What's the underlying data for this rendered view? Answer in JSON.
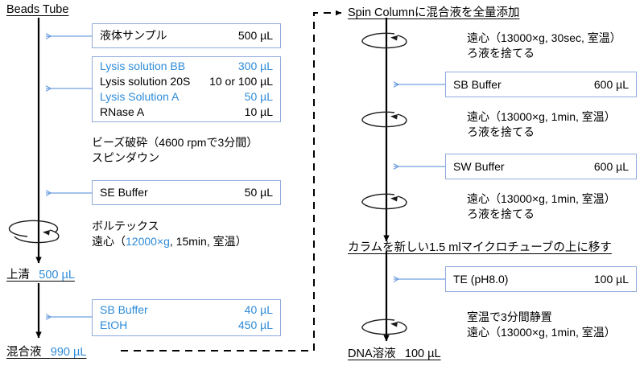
{
  "meta": {
    "accent_blue": "#2E8BD8",
    "box_border": "#8FAADC",
    "line_black": "#000000"
  },
  "left_column": {
    "header": "Beads Tube",
    "boxes": [
      {
        "name": "liquid-sample",
        "rows": [
          {
            "label": "液体サンプル",
            "value": "500 µL",
            "color": "black"
          }
        ]
      },
      {
        "name": "lysis-mix",
        "rows": [
          {
            "label": "Lysis solution BB",
            "value": "300 µL",
            "color": "blue"
          },
          {
            "label": "Lysis solution 20S",
            "value": "10 or 100 µL",
            "color": "black"
          },
          {
            "label": "Lysis Solution A",
            "value": "50 µL",
            "color": "blue"
          },
          {
            "label": "RNase A",
            "value": "10 µL",
            "color": "black"
          }
        ]
      },
      {
        "name": "se-buffer",
        "rows": [
          {
            "label": "SE Buffer",
            "value": "50 µL",
            "color": "black"
          }
        ]
      },
      {
        "name": "sb-buffer-etoh",
        "rows": [
          {
            "label": "SB Buffer",
            "value": "40 µL",
            "color": "blue"
          },
          {
            "label": "EtOH",
            "value": "450 µL",
            "color": "blue"
          }
        ]
      }
    ],
    "notes": [
      {
        "name": "bead-beating-note",
        "line1": "ビーズ破砕（4600 rpmで3分間）",
        "line2": "スピンダウン"
      },
      {
        "name": "vortex-spin-note",
        "line1": "ボルテックス",
        "prefix2": "遠心（",
        "highlight2": "12000×g",
        "suffix2": ", 15min, 室温）"
      }
    ],
    "results": [
      {
        "name": "supernatant",
        "label": "上清",
        "amount": "500 µL"
      },
      {
        "name": "mixture",
        "label": "混合液",
        "amount": "990 µL"
      }
    ]
  },
  "right_column": {
    "headers": [
      {
        "name": "spin-column-header",
        "text": "Spin Columnに混合液を全量添加"
      },
      {
        "name": "transfer-column-header",
        "text": "カラムを新しい1.5 mlマイクロチューブの上に移す"
      }
    ],
    "boxes": [
      {
        "name": "sb-buffer-wash",
        "rows": [
          {
            "label": "SB Buffer",
            "value": "600 µL",
            "color": "black"
          }
        ]
      },
      {
        "name": "sw-buffer-wash",
        "rows": [
          {
            "label": "SW Buffer",
            "value": "600 µL",
            "color": "black"
          }
        ]
      },
      {
        "name": "te-elution",
        "rows": [
          {
            "label": "TE (pH8.0)",
            "value": "100 µL",
            "color": "black"
          }
        ]
      }
    ],
    "notes": [
      {
        "name": "centrifuge-note-1",
        "line1": "遠心（13000×g, 30sec, 室温）",
        "line2": "ろ液を捨てる"
      },
      {
        "name": "centrifuge-note-2",
        "line1": "遠心（13000×g, 1min, 室温）",
        "line2": "ろ液を捨てる"
      },
      {
        "name": "centrifuge-note-3",
        "line1": "遠心（13000×g, 1min, 室温）",
        "line2": "ろ液を捨てる"
      },
      {
        "name": "incubate-note",
        "line1": "室温で3分間静置",
        "line2": "遠心（13000×g, 1min, 室温）"
      }
    ],
    "results": [
      {
        "name": "dna-solution",
        "label": "DNA溶液",
        "amount": "100 µL"
      }
    ]
  }
}
